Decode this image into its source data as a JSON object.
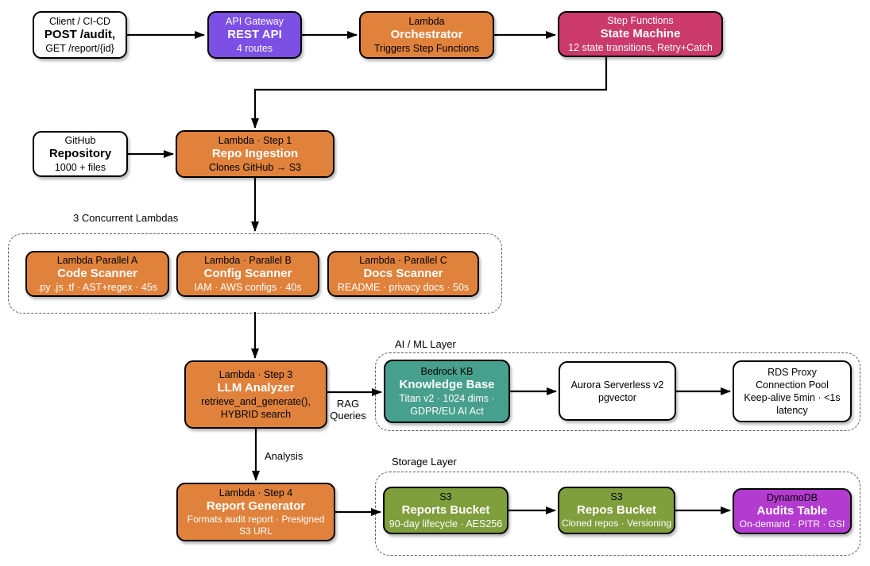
{
  "palette": {
    "orange": "#E0823C",
    "purple": "#7C50E4",
    "pink": "#CB3A6B",
    "teal": "#47A08D",
    "olive": "#7F9E3C",
    "magenta": "#B33BCF",
    "white": "#FFFFFF",
    "border": "#000000"
  },
  "labels": {
    "concurrent": "3 Concurrent Lambdas",
    "ai_ml": "AI / ML Layer",
    "storage": "Storage Layer",
    "rag": "RAG Queries",
    "analysis": "Analysis"
  },
  "nodes": {
    "client": {
      "top": "Client / CI-CD",
      "title": "POST /audit,",
      "sub": "GET /report/{id}"
    },
    "apigw": {
      "top": "API Gateway",
      "title": "REST API",
      "sub": "4 routes"
    },
    "orch": {
      "top": "Lambda",
      "title": "Orchestrator",
      "sub": "Triggers Step Functions"
    },
    "stepfn": {
      "top": "Step Functions",
      "title": "State Machine",
      "sub": "12 state transitions, Retry+Catch"
    },
    "github": {
      "top": "GitHub",
      "title": "Repository",
      "sub": "1000 + files"
    },
    "repo": {
      "top": "Lambda · Step 1",
      "title": "Repo Ingestion",
      "sub": "Clones GitHub → S3"
    },
    "code": {
      "top": "Lambda Parallel A",
      "title": "Code Scanner",
      "sub": ".py .js .tf · AST+regex · 45s"
    },
    "config": {
      "top": "Lambda · Parallel B",
      "title": "Config Scanner",
      "sub": "IAM · AWS configs · 40s"
    },
    "docs": {
      "top": "Lambda · Parallel C",
      "title": "Docs Scanner",
      "sub": "README · privacy docs · 50s"
    },
    "llm": {
      "top": "Lambda · Step 3",
      "title": "LLM Analyzer",
      "sub": "retrieve_and_generate(), HYBRID search"
    },
    "bedrock": {
      "top": "Bedrock KB",
      "title": "Knowledge Base",
      "sub": "Titan v2 · 1024 dims · GDPR/EU AI Act"
    },
    "aurora": {
      "line1": "Aurora Serverless v2",
      "line2": "pgvector"
    },
    "rds": {
      "line1": "RDS Proxy",
      "line2": "Connection Pool",
      "line3": "Keep-alive 5min · <1s latency"
    },
    "report": {
      "top": "Lambda · Step 4",
      "title": "Report Generator",
      "sub": "Formats audit report · Presigned S3 URL"
    },
    "reports_bucket": {
      "top": "S3",
      "title": "Reports Bucket",
      "sub": "90-day lifecycle · AES256"
    },
    "repos_bucket": {
      "top": "S3",
      "title": "Repos Bucket",
      "sub": "Cloned repos · Versioning"
    },
    "audits": {
      "top": "DynamoDB",
      "title": "Audits Table",
      "sub": "On-demand · PITR · GSI"
    }
  }
}
